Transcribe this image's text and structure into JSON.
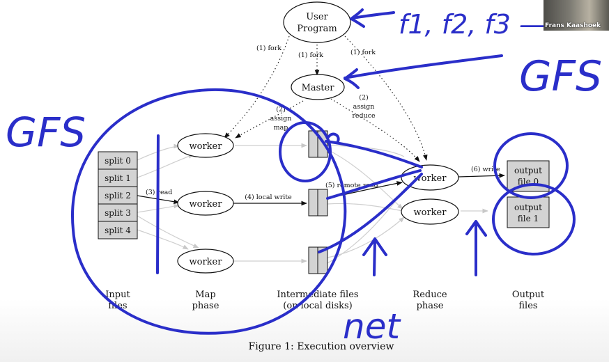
{
  "diagram": {
    "user_program": [
      "User",
      "Program"
    ],
    "master": "Master",
    "fork_left": "(1) fork",
    "fork_mid": "(1) fork",
    "fork_right": "(1) fork",
    "assign_map": [
      "(2)",
      "assign",
      "map"
    ],
    "assign_reduce": [
      "(2)",
      "assign",
      "reduce"
    ],
    "splits": [
      "split 0",
      "split 1",
      "split 2",
      "split 3",
      "split 4"
    ],
    "worker": "worker",
    "read": "(3) read",
    "local_write": "(4) local write",
    "remote_read": "(5) remote read",
    "write": "(6) write",
    "output_file_0": [
      "output",
      "file 0"
    ],
    "output_file_1": [
      "output",
      "file 1"
    ],
    "stage_labels": {
      "input": [
        "Input",
        "files"
      ],
      "map": [
        "Map",
        "phase"
      ],
      "intermediate": [
        "Intermediate files",
        "(on local disks)"
      ],
      "reduce": [
        "Reduce",
        "phase"
      ],
      "output": [
        "Output",
        "files"
      ]
    },
    "caption": "Figure 1: Execution overview"
  },
  "annotations": {
    "gfs_left": "GFS",
    "gfs_right": "GFS",
    "functions": "f1, f2, f3 —",
    "net": "net"
  },
  "webcam": {
    "presenter_name": "Frans Kaashoek"
  },
  "colors": {
    "ink": "#2a2ec9",
    "box_fill": "#d3d3d3"
  }
}
